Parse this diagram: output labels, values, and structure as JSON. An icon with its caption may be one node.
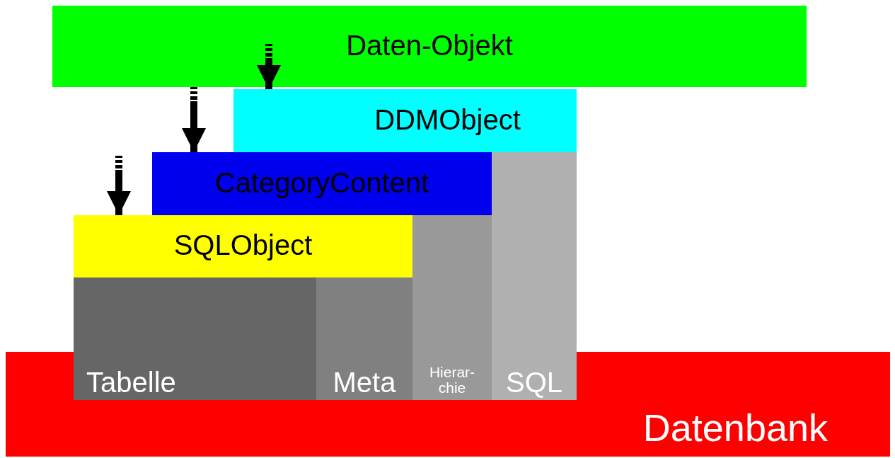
{
  "diagram": {
    "nodes": [
      {
        "text": [
          "Daten-Objekt"
        ]
      },
      {
        "text": [
          "DDMObject"
        ]
      },
      {
        "text": [
          "CategoryContent"
        ]
      },
      {
        "text": [
          "SQLObject"
        ]
      },
      {
        "text": [
          "Tabelle"
        ]
      },
      {
        "text": [
          "Meta"
        ]
      },
      {
        "text": [
          "Hierar- chie"
        ]
      },
      {
        "text": [
          "SQL"
        ]
      },
      {
        "text": [
          "Datenbank"
        ]
      }
    ],
    "edges": [
      {
        "from": 0,
        "to": 1,
        "arrow": "to"
      },
      {
        "from": 0,
        "to": 2,
        "arrow": "to"
      },
      {
        "from": null,
        "to": 3,
        "arrow": "to"
      }
    ]
  }
}
